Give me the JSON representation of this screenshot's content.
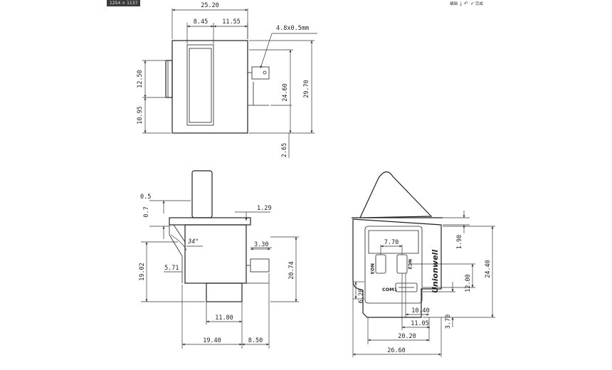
{
  "viewer": {
    "image_size": "1254 × 1137",
    "toolbar": [
      {
        "icon": "edit-icon",
        "label": "编辑"
      },
      {
        "icon": "download-icon",
        "label": ""
      },
      {
        "icon": "undo-icon",
        "label": ""
      },
      {
        "icon": "check-icon",
        "label": "完成"
      }
    ]
  },
  "top_view": {
    "dims": {
      "overall_width": "25.20",
      "left_offset": "8.45",
      "right_offset": "11.55",
      "terminal": "4.8x0.5mm",
      "upper_height": "12.50",
      "lower_height": "10.95",
      "inner_height": "24.60",
      "total_height": "29.70",
      "terminal_offset": "2.65"
    }
  },
  "side_view": {
    "dims": {
      "d_0_5": "0.5",
      "d_0_7": "0.7",
      "d_1_29": "1.29",
      "angle": "34°",
      "d_3_30": "3.30",
      "d_19_02": "19.02",
      "d_5_71": "5.71",
      "d_20_74": "20.74",
      "d_11_80": "11.80",
      "d_19_40": "19.40",
      "d_8_50": "8.50"
    }
  },
  "front_view": {
    "brand": "Unionwell",
    "pins": {
      "nc1": "NO3",
      "nc2": "NC2",
      "com": "COM1"
    },
    "dims": {
      "d_7_70": "7.70",
      "d_1_90": "1.90",
      "d_24_40": "24.40",
      "d_12_00": "12.00",
      "d_6_20": "6.20",
      "d_10_40": "10.40",
      "d_11_05": "11.05",
      "d_3_70": "3.70",
      "d_20_20": "20.20",
      "d_26_60": "26.60"
    }
  }
}
